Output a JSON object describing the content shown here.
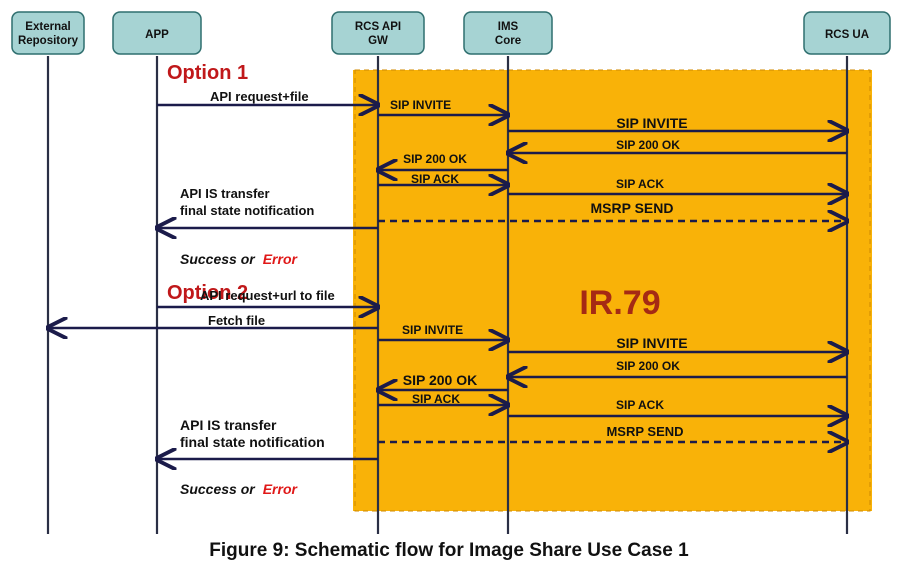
{
  "actors": [
    {
      "id": "ext",
      "label": [
        "External",
        "Repository"
      ]
    },
    {
      "id": "app",
      "label": [
        "APP"
      ]
    },
    {
      "id": "gw",
      "label": [
        "RCS API",
        "GW"
      ]
    },
    {
      "id": "ims",
      "label": [
        "IMS",
        "Core"
      ]
    },
    {
      "id": "ua",
      "label": [
        "RCS UA"
      ]
    }
  ],
  "region_label": "IR.79",
  "options": [
    {
      "title": "Option 1",
      "messages": [
        {
          "from": "app",
          "to": "gw",
          "label": "API request+file",
          "style": "solid"
        },
        {
          "from": "gw",
          "to": "ims",
          "label": "SIP INVITE",
          "style": "solid"
        },
        {
          "from": "ims",
          "to": "ua",
          "label": "SIP INVITE",
          "style": "solid"
        },
        {
          "from": "ua",
          "to": "ims",
          "label": "SIP 200 OK",
          "style": "solid"
        },
        {
          "from": "ims",
          "to": "gw",
          "label": "SIP 200 OK",
          "style": "solid"
        },
        {
          "from": "gw",
          "to": "ims",
          "label": "SIP ACK",
          "style": "solid"
        },
        {
          "from": "ims",
          "to": "ua",
          "label": "SIP  ACK",
          "style": "solid"
        },
        {
          "from": "gw",
          "to": "ua",
          "label": "MSRP SEND",
          "style": "dashed"
        },
        {
          "from": "gw",
          "to": "app",
          "label": [
            "API IS transfer",
            "final state notification"
          ],
          "style": "solid"
        }
      ],
      "result": {
        "prefix": "Success or",
        "error": "Error"
      }
    },
    {
      "title": "Option 2",
      "messages": [
        {
          "from": "app",
          "to": "gw",
          "label": "API request+url  to file",
          "style": "solid"
        },
        {
          "from": "gw",
          "to": "ext",
          "label": "Fetch file",
          "style": "solid"
        },
        {
          "from": "gw",
          "to": "ims",
          "label": "SIP INVITE",
          "style": "solid"
        },
        {
          "from": "ims",
          "to": "ua",
          "label": "SIP INVITE",
          "style": "solid"
        },
        {
          "from": "ua",
          "to": "ims",
          "label": "SIP 200 OK",
          "style": "solid"
        },
        {
          "from": "ims",
          "to": "gw",
          "label": "SIP 200 OK",
          "style": "solid"
        },
        {
          "from": "gw",
          "to": "ims",
          "label": "SIP ACK",
          "style": "solid"
        },
        {
          "from": "ims",
          "to": "ua",
          "label": "SIP  ACK",
          "style": "solid"
        },
        {
          "from": "gw",
          "to": "ua",
          "label": "MSRP SEND",
          "style": "dashed"
        },
        {
          "from": "gw",
          "to": "app",
          "label": [
            "API IS transfer",
            "final state notification"
          ],
          "style": "solid"
        }
      ],
      "result": {
        "prefix": "Success or",
        "error": "Error"
      }
    }
  ],
  "caption": "Figure 9: Schematic flow for Image Share Use Case 1",
  "colors": {
    "actor_box": "#a6d3d3",
    "actor_border": "#2f6f6f",
    "region": "#f9b208",
    "option_title": "#c0181a",
    "region_label": "#a52a14",
    "arrow": "#1b1b4a",
    "lifeline": "#2a2f45",
    "error_text": "#e01818"
  }
}
